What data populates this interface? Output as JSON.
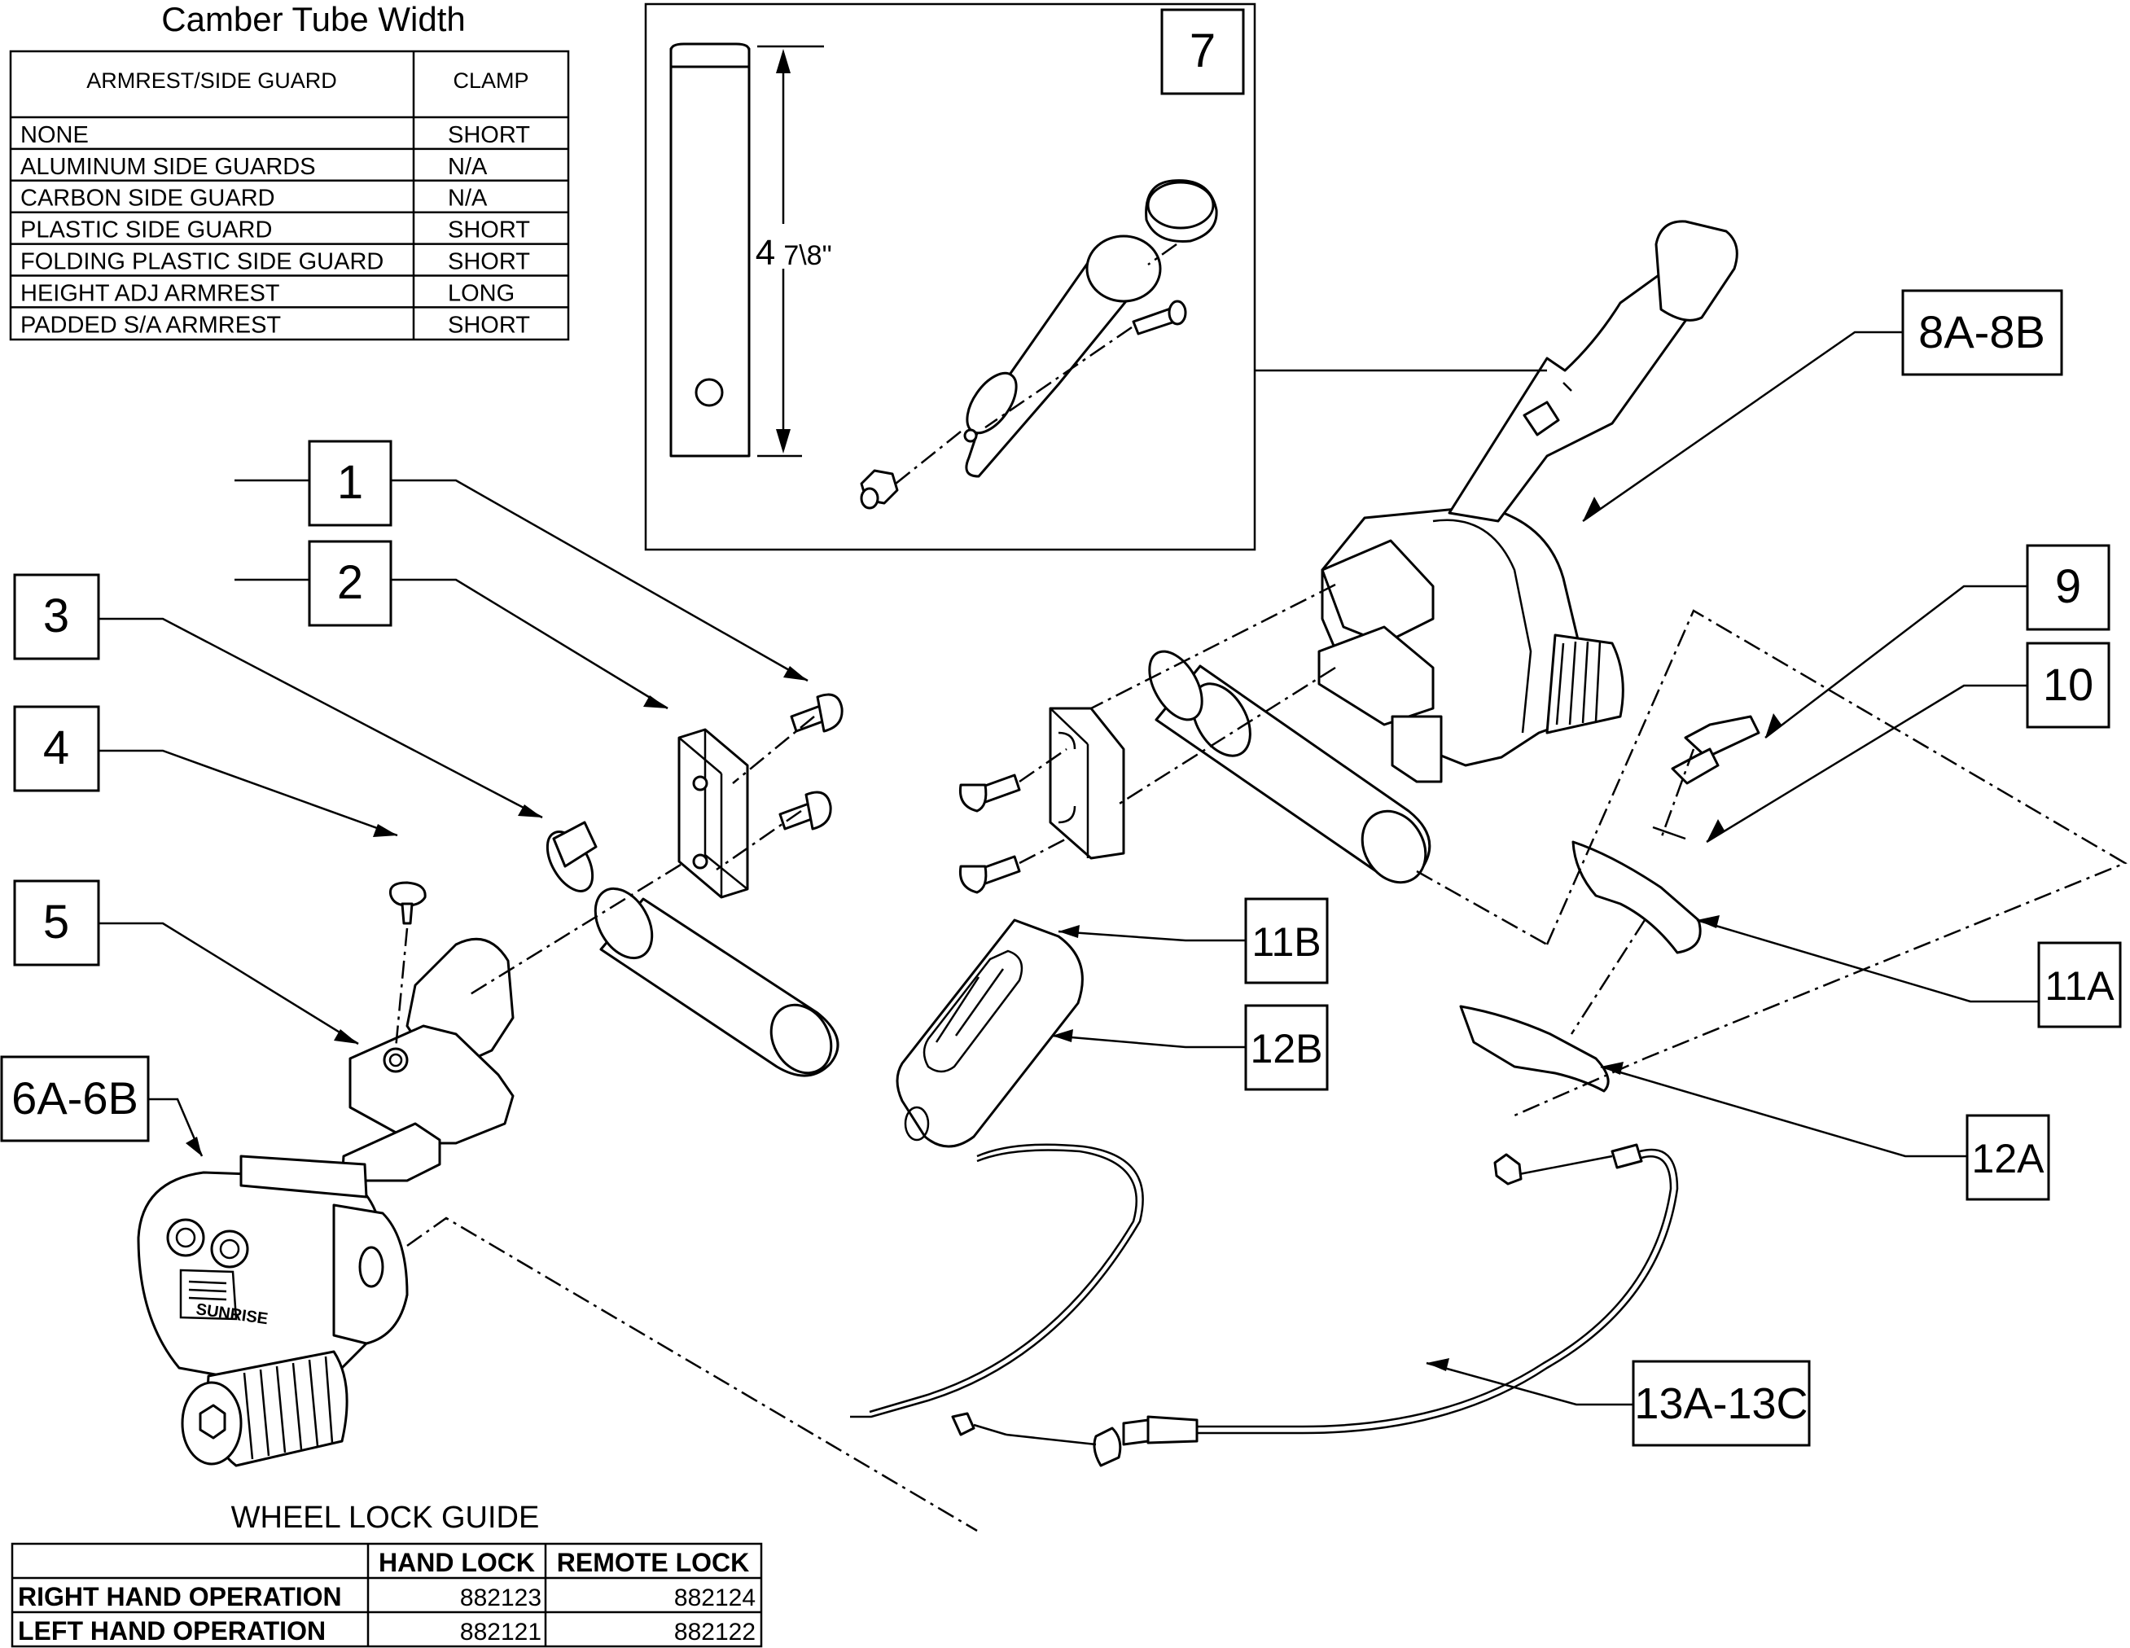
{
  "camber_table": {
    "title": "Camber Tube Width",
    "headers": [
      "ARMREST/SIDE GUARD",
      "CLAMP"
    ],
    "rows": [
      [
        "NONE",
        "SHORT"
      ],
      [
        "ALUMINUM SIDE GUARDS",
        "N/A"
      ],
      [
        "CARBON SIDE GUARD",
        "N/A"
      ],
      [
        "PLASTIC SIDE GUARD",
        "SHORT"
      ],
      [
        "FOLDING PLASTIC SIDE GUARD",
        "SHORT"
      ],
      [
        "HEIGHT ADJ ARMREST",
        "LONG"
      ],
      [
        "PADDED S/A ARMREST",
        "SHORT"
      ]
    ]
  },
  "detail": {
    "number": "7",
    "dimension_whole": "4",
    "dimension_fraction": "7\\8\""
  },
  "callouts": {
    "c1": "1",
    "c2": "2",
    "c3": "3",
    "c4": "4",
    "c5": "5",
    "c6": "6A-6B",
    "c8": "8A-8B",
    "c9": "9",
    "c10": "10",
    "c11a": "11A",
    "c11b": "11B",
    "c12a": "12A",
    "c12b": "12B",
    "c13": "13A-13C"
  },
  "brand_mark": "SUNRISE",
  "wheel_lock_table": {
    "title": "WHEEL LOCK GUIDE",
    "headers": [
      "",
      "HAND LOCK",
      "REMOTE LOCK"
    ],
    "rows": [
      [
        "RIGHT HAND OPERATION",
        "882123",
        "882124"
      ],
      [
        "LEFT HAND OPERATION",
        "882121",
        "882122"
      ]
    ]
  }
}
